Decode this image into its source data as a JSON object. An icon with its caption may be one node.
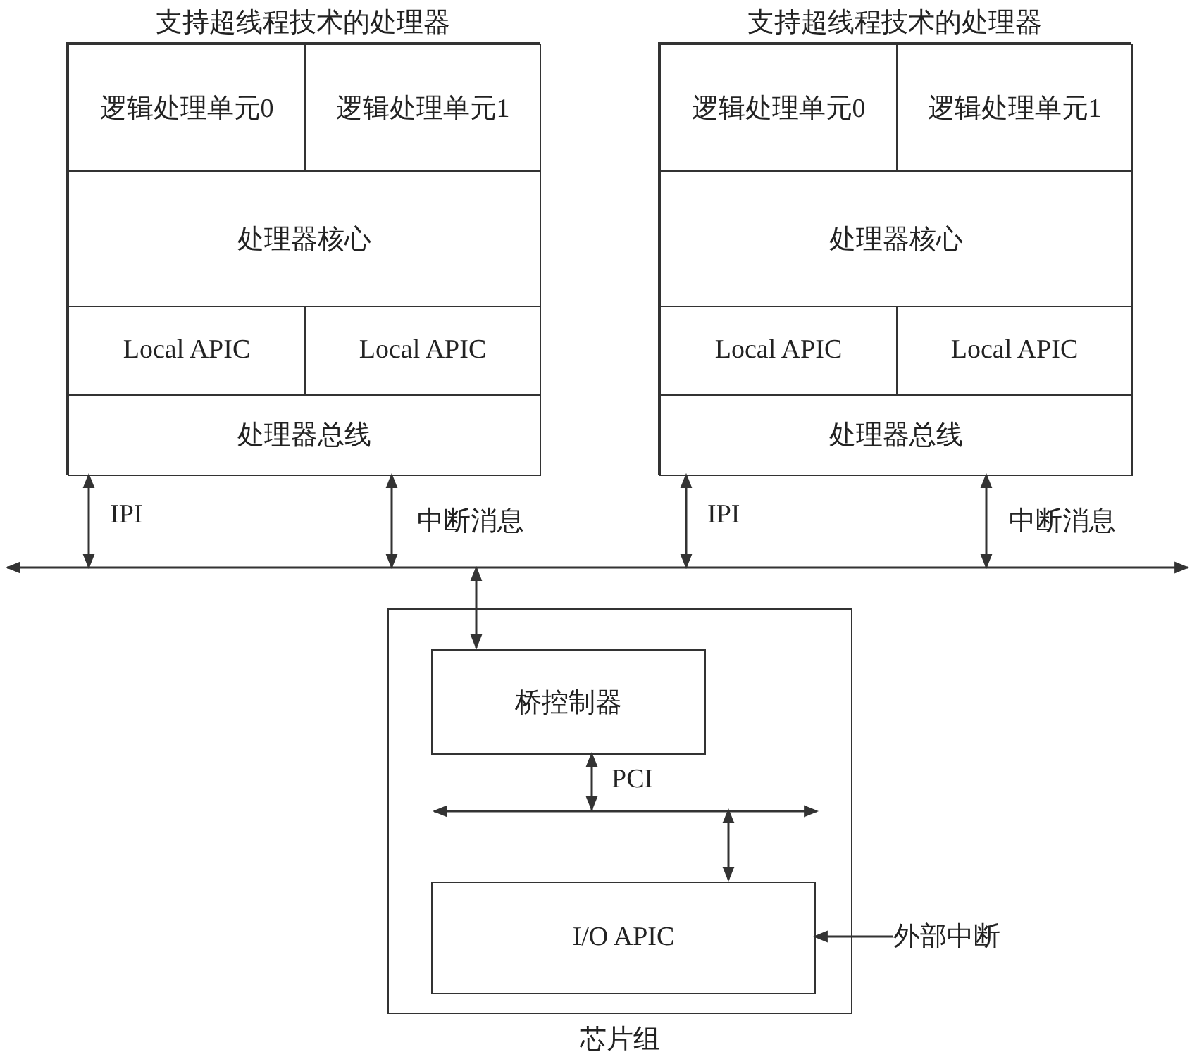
{
  "diagram": {
    "nodes": [
      {
        "text": [
          "支持超线程技术的处理器"
        ]
      },
      {
        "text": [
          "逻辑处理单元0"
        ],
        "in": 0
      },
      {
        "text": [
          "逻辑处理单元1"
        ],
        "in": 0
      },
      {
        "text": [
          "处理器核心"
        ],
        "in": 0
      },
      {
        "text": [
          "Local APIC"
        ],
        "in": 0
      },
      {
        "text": [
          "Local APIC"
        ],
        "in": 0
      },
      {
        "text": [
          "处理器总线"
        ],
        "in": 0
      },
      {
        "text": [
          "支持超线程技术的处理器"
        ]
      },
      {
        "text": [
          "逻辑处理单元0"
        ],
        "in": 7
      },
      {
        "text": [
          "逻辑处理单元1"
        ],
        "in": 7
      },
      {
        "text": [
          "处理器核心"
        ],
        "in": 7
      },
      {
        "text": [
          "Local APIC"
        ],
        "in": 7
      },
      {
        "text": [
          "Local APIC"
        ],
        "in": 7
      },
      {
        "text": [
          "处理器总线"
        ],
        "in": 7
      },
      {
        "text": [],
        "shape": "bar"
      },
      {
        "text": [
          "芯片组"
        ]
      },
      {
        "text": [
          "桥控制器"
        ],
        "in": 15
      },
      {
        "text": [],
        "shape": "bar",
        "in": 15
      },
      {
        "text": [
          "I/O APIC"
        ],
        "in": 15
      },
      {
        "text": [
          "外部中断"
        ]
      }
    ],
    "edges": [
      {
        "from": 6,
        "to": 14,
        "arrow": "both",
        "label": "IPI"
      },
      {
        "from": 6,
        "to": 14,
        "arrow": "both",
        "label": "中断消息"
      },
      {
        "from": 13,
        "to": 14,
        "arrow": "both",
        "label": "IPI"
      },
      {
        "from": 13,
        "to": 14,
        "arrow": "both",
        "label": "中断消息"
      },
      {
        "from": 14,
        "to": 16,
        "arrow": "both"
      },
      {
        "from": 16,
        "to": 17,
        "arrow": "both",
        "label": "PCI"
      },
      {
        "from": 17,
        "to": 18,
        "arrow": "both"
      },
      {
        "from": 19,
        "to": 18,
        "arrow": "to"
      }
    ]
  }
}
